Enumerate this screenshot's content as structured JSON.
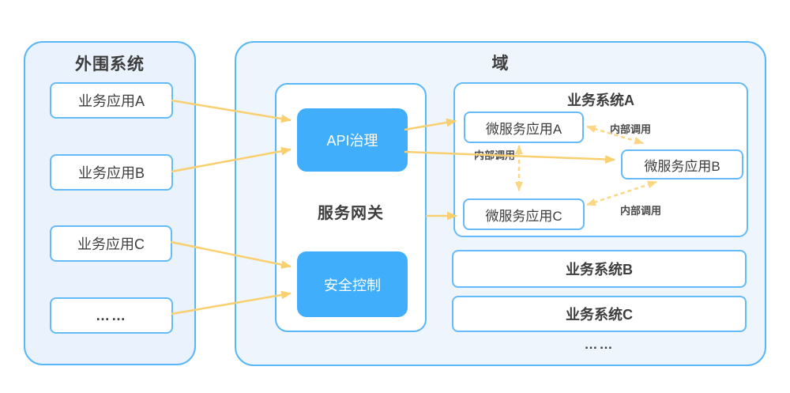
{
  "colors": {
    "accent_blue": "#40AEFB",
    "panel_fill_left": "#E9F2FD",
    "panel_fill_domain": "#EEF5FD",
    "border_blue": "#59B7F7",
    "box_border": "#64BBF8",
    "arrow_yellow": "#F9CF6F",
    "arrow_dashed": "#FBD684",
    "text_dark": "#3D3D3D",
    "text_on_blue": "#FFFFFF"
  },
  "peripheral": {
    "title": "外围系统",
    "items": [
      {
        "label": "业务应用A"
      },
      {
        "label": "业务应用B"
      },
      {
        "label": "业务应用C"
      },
      {
        "label": "……"
      }
    ]
  },
  "domain": {
    "title": "域",
    "gateway": {
      "title": "服务网关",
      "modules": [
        {
          "label": "API治理"
        },
        {
          "label": "安全控制"
        }
      ]
    },
    "system_a": {
      "title": "业务系统A",
      "services": [
        {
          "label": "微服务应用A"
        },
        {
          "label": "微服务应用B"
        },
        {
          "label": "微服务应用C"
        }
      ],
      "call_labels": [
        {
          "label": "内部调用"
        },
        {
          "label": "内部调用"
        },
        {
          "label": "内部调用"
        }
      ]
    },
    "other_systems": [
      {
        "label": "业务系统B"
      },
      {
        "label": "业务系统C"
      }
    ],
    "ellipsis": "……"
  }
}
